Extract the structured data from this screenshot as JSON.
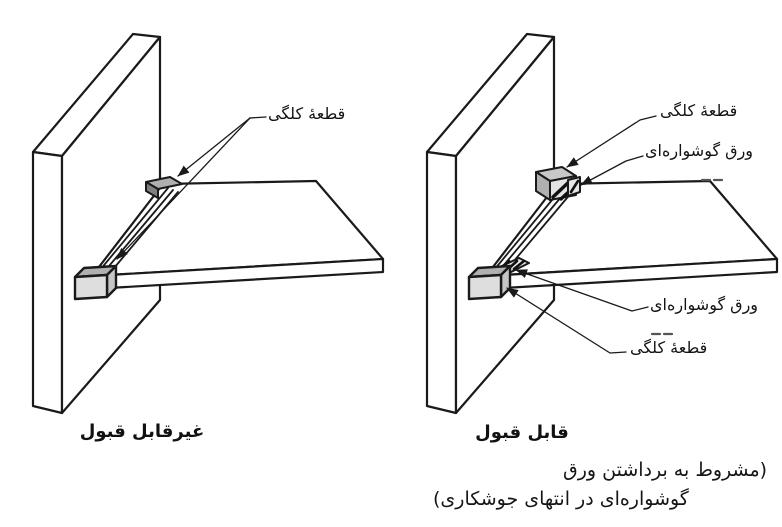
{
  "left_figure": {
    "caption": "غیرقابل قبول",
    "label_end_piece": "قطعهٔ کلگی"
  },
  "right_figure": {
    "caption": "قابل قبول",
    "note_line1": "(مشروط به برداشتن ورق",
    "note_line2": "گوشواره‌ای در انتهای جوشکاری)",
    "label_end_piece_top": "قطعهٔ کلگی",
    "label_ear_plate_top": "ورق گوشواره‌ای",
    "label_ear_plate_bottom": "ورق گوشواره‌ای",
    "label_end_piece_bottom": "قطعهٔ کلگی"
  },
  "colors": {
    "background": "#ffffff",
    "line": "#1a1a1a",
    "piece_top_gray": "#b0b0b0",
    "piece_front_gray": "#dedede",
    "piece_side_gray": "#c6c6c6",
    "piece_dark_gray": "#808080",
    "hatch": "#111111",
    "stray_mark": "#555555"
  }
}
